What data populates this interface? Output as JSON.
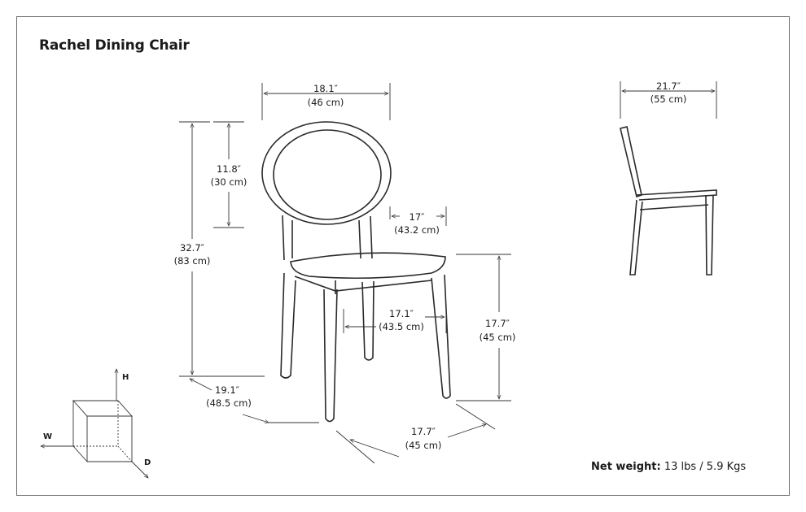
{
  "title": "Rachel Dining Chair",
  "colors": {
    "line": "#333333",
    "cane": "#d9cfbf",
    "frame_border": "#6b6b6b"
  },
  "dimensions": {
    "width": {
      "in": "18.1″",
      "cm": "(46 cm)"
    },
    "back_height": {
      "in": "11.8″",
      "cm": "(30 cm)"
    },
    "total_height": {
      "in": "32.7″",
      "cm": "(83 cm)"
    },
    "seat_depth": {
      "in": "17″",
      "cm": "(43.2 cm)"
    },
    "seat_width": {
      "in": "17.1″",
      "cm": "(43.5 cm)"
    },
    "seat_height": {
      "in": "17.7″",
      "cm": "(45 cm)"
    },
    "depth": {
      "in": "19.1″",
      "cm": "(48.5 cm)"
    },
    "base_width": {
      "in": "17.7″",
      "cm": "(45 cm)"
    },
    "side_depth": {
      "in": "21.7″",
      "cm": "(55 cm)"
    }
  },
  "axes": {
    "h": "H",
    "w": "W",
    "d": "D"
  },
  "weight": {
    "label": "Net weight:",
    "value": " 13 lbs / 5.9 Kgs"
  }
}
